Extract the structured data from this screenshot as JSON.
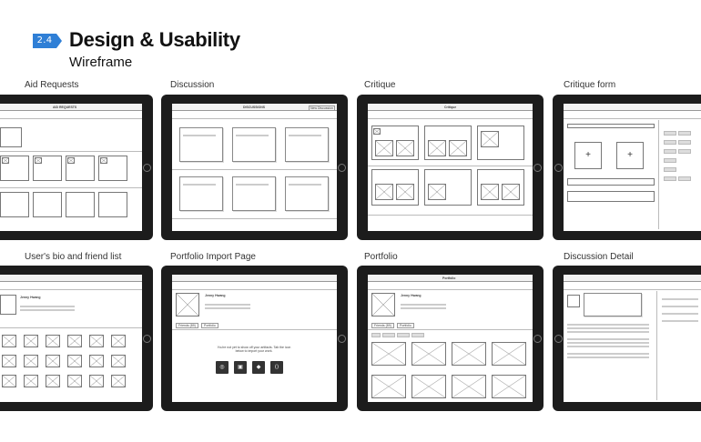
{
  "header": {
    "section_number": "2.4",
    "title": "Design & Usability",
    "subtitle": "Wireframe"
  },
  "panels": [
    {
      "label": "Aid Requests"
    },
    {
      "label": "Discussion"
    },
    {
      "label": "Critique"
    },
    {
      "label": "Critique form"
    },
    {
      "label": "User's bio and friend list"
    },
    {
      "label": "Portfolio Import Page"
    },
    {
      "label": "Portfolio"
    },
    {
      "label": "Discussion Detail"
    }
  ],
  "screens": {
    "aid_requests": {
      "title": "AID REQUESTS"
    },
    "discussion": {
      "title": "DISCUSSIONS",
      "new_button": "New Discussion"
    },
    "critique": {
      "title": "Critique"
    },
    "portfolio": {
      "title": "Portfolio"
    },
    "bio_name": "Jenny Hwang",
    "tabs": {
      "friends": "Friends (89)",
      "portfolio": "Portfolio"
    },
    "import_message": "You're not yet to show off your artifacts. Tab the icon below to import your work."
  },
  "accent_color": "#2f7fd6"
}
